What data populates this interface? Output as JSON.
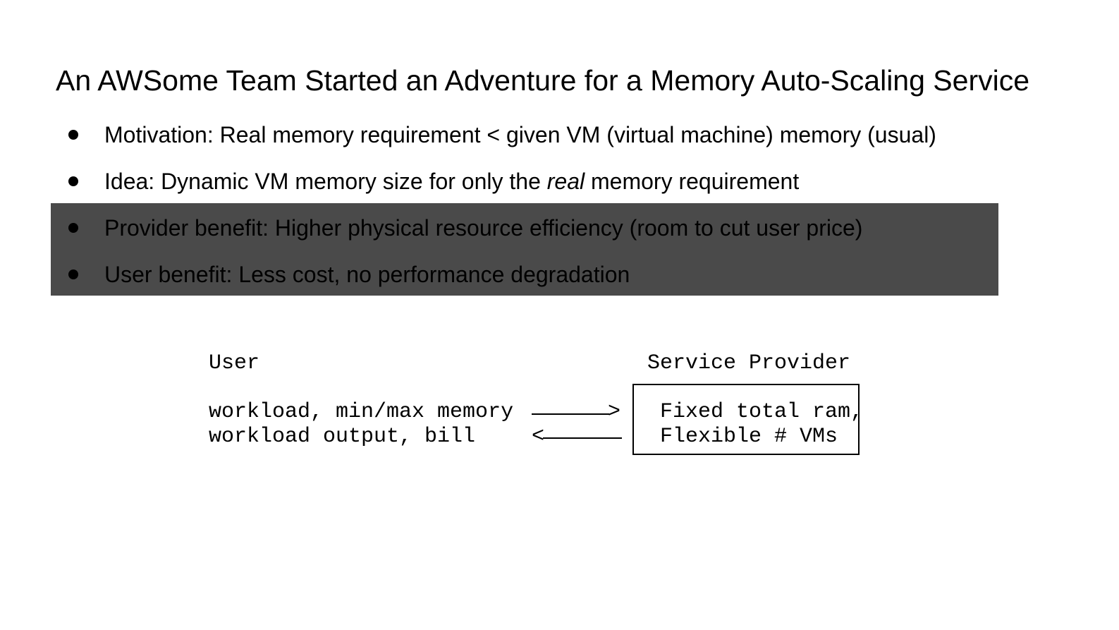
{
  "slide": {
    "title": "An AWSome Team Started an Adventure for a Memory Auto-Scaling Service",
    "bullets": [
      {
        "text": "Motivation: Real memory requirement < given VM (virtual machine) memory (usual)"
      },
      {
        "before": "Idea: Dynamic VM memory size for only the ",
        "emphasis": "real",
        "after": " memory requirement"
      },
      {
        "text": "Provider benefit: Higher physical resource efficiency (room to cut user price)"
      },
      {
        "text": "User benefit: Less cost, no performance degradation"
      }
    ],
    "highlight_color": "#4a4a4a"
  },
  "diagram": {
    "user_label": "User",
    "provider_label": "Service Provider",
    "request_text": "workload, min/max memory",
    "response_text": "workload output, bill",
    "arrow_right_head": ">",
    "arrow_left_head": "<",
    "box_line1": "Fixed total ram,",
    "box_line2": "Flexible # VMs"
  }
}
